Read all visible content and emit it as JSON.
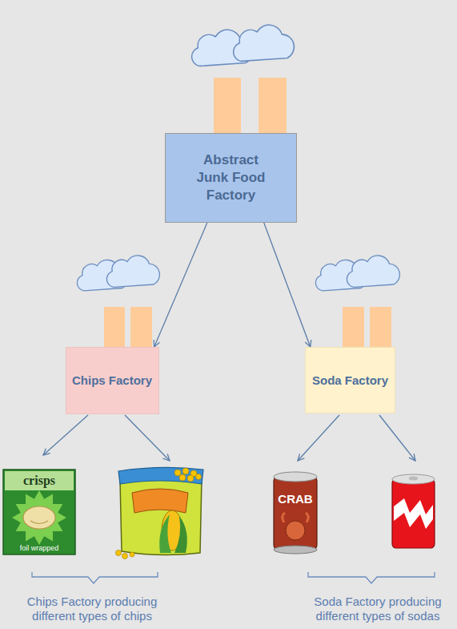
{
  "diagram": {
    "nodes": [
      {
        "text": [
          "Abstract Junk Food Factory"
        ]
      },
      {
        "text": [
          "Chips Factory"
        ]
      },
      {
        "text": [
          "Soda Factory"
        ]
      }
    ],
    "edges": [
      {
        "from": 0,
        "to": 1,
        "arrow": "to"
      },
      {
        "from": 0,
        "to": 2,
        "arrow": "to"
      }
    ],
    "labels": [
      "crisps",
      "foil wrapped",
      "CRAB",
      "Chips Factory producing different types of chips",
      "Soda Factory producing different types of sodas"
    ]
  }
}
